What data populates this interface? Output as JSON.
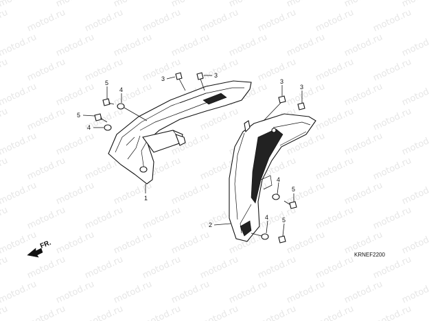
{
  "watermark": {
    "text": "motod.ru"
  },
  "diagram_code": "KRNEF2200",
  "front_indicator": "FR.",
  "callouts": [
    {
      "id": "c1",
      "label": "1"
    },
    {
      "id": "c2",
      "label": "2"
    },
    {
      "id": "c3a",
      "label": "3"
    },
    {
      "id": "c3b",
      "label": "3"
    },
    {
      "id": "c3c",
      "label": "3"
    },
    {
      "id": "c3d",
      "label": "3"
    },
    {
      "id": "c4a",
      "label": "4"
    },
    {
      "id": "c4b",
      "label": "4"
    },
    {
      "id": "c4c",
      "label": "4"
    },
    {
      "id": "c4d",
      "label": "4"
    },
    {
      "id": "c5a",
      "label": "5"
    },
    {
      "id": "c5b",
      "label": "5"
    },
    {
      "id": "c5c",
      "label": "5"
    },
    {
      "id": "c5d",
      "label": "5"
    }
  ]
}
